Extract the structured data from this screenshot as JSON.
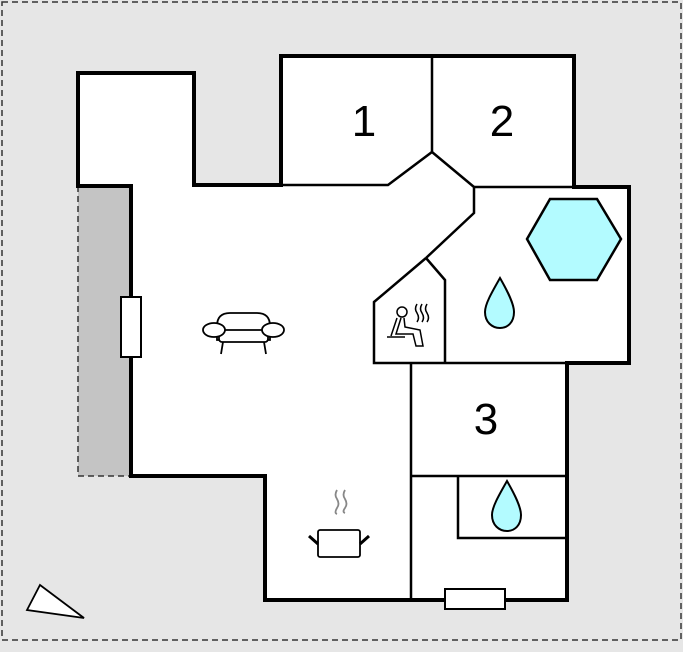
{
  "rooms": [
    {
      "label": "1",
      "type": "bedroom"
    },
    {
      "label": "2",
      "type": "bedroom"
    },
    {
      "label": "3",
      "type": "bedroom"
    }
  ],
  "icons": [
    "sofa-icon",
    "cooking-pot-icon",
    "sauna-icon",
    "shower-drop-icon",
    "hot-tub-hexagon-icon",
    "north-arrow-icon"
  ],
  "colors": {
    "background": "#e6e6e6",
    "terrace": "#c4c4c4",
    "water": "#b3fbff",
    "walls": "#000000"
  }
}
